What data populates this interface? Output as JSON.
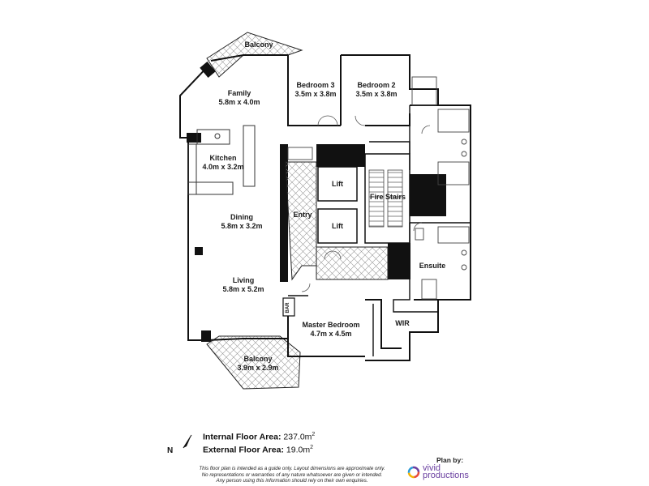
{
  "rooms": {
    "balcony_top": {
      "name": "Balcony",
      "dims": ""
    },
    "family": {
      "name": "Family",
      "dims": "5.8m x 4.0m"
    },
    "bedroom3": {
      "name": "Bedroom 3",
      "dims": "3.5m x 3.8m"
    },
    "bedroom2": {
      "name": "Bedroom 2",
      "dims": "3.5m x 3.8m"
    },
    "kitchen": {
      "name": "Kitchen",
      "dims": "4.0m x 3.2m"
    },
    "lift1": {
      "name": "Lift",
      "dims": ""
    },
    "lift2": {
      "name": "Lift",
      "dims": ""
    },
    "fire_stairs": {
      "name": "Fire Stairs",
      "dims": ""
    },
    "entry": {
      "name": "Entry",
      "dims": ""
    },
    "dining": {
      "name": "Dining",
      "dims": "5.8m x 3.2m"
    },
    "living": {
      "name": "Living",
      "dims": "5.8m x 5.2m"
    },
    "ensuite": {
      "name": "Ensuite",
      "dims": ""
    },
    "bar": {
      "name": "BAR",
      "dims": ""
    },
    "master": {
      "name": "Master Bedroom",
      "dims": "4.7m x 4.5m"
    },
    "wir": {
      "name": "WIR",
      "dims": ""
    },
    "balcony_bottom": {
      "name": "Balcony",
      "dims": "3.9m x 2.9m"
    }
  },
  "areas": {
    "internal_label": "Internal Floor Area:",
    "internal_value": "237.0m",
    "external_label": "External Floor Area:",
    "external_value": "19.0m",
    "unit_sup": "2"
  },
  "compass": {
    "label": "N"
  },
  "disclaimer": [
    "This floor plan is intended as a guide only. Layout dimensions are approximate only.",
    "No representations or warranties of any nature whatsoever are given or intended.",
    "Any person using this information should rely on their own enquiries."
  ],
  "credit": {
    "label": "Plan by:",
    "brand_top": "vivid",
    "brand_bottom": "productions"
  },
  "colors": {
    "wall": "#111111",
    "hatch": "#9a9a9a",
    "brand": "#6a3fa0"
  }
}
